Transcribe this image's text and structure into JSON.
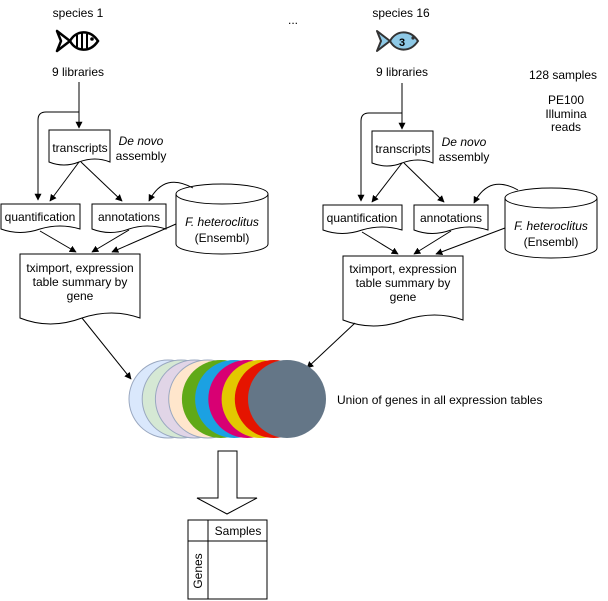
{
  "top": {
    "ellipsis": "...",
    "samples_note": "128 samples",
    "reads_note": [
      "PE100",
      "Illumina",
      "reads"
    ]
  },
  "branches": [
    {
      "species": "species 1",
      "libraries": "9 libraries",
      "fish_number": "",
      "transcripts": "transcripts",
      "assembly": [
        "De novo",
        "assembly"
      ],
      "quantification": "quantification",
      "annotations": "annotations",
      "database": [
        "F. heteroclitus",
        "(Ensembl)"
      ],
      "tximport": [
        "tximport, expression",
        "table summary by",
        "gene"
      ]
    },
    {
      "species": "species 16",
      "libraries": "9 libraries",
      "fish_number": "3",
      "transcripts": "transcripts",
      "assembly": [
        "De novo",
        "assembly"
      ],
      "quantification": "quantification",
      "annotations": "annotations",
      "database": [
        "F. heteroclitus",
        "(Ensembl)"
      ],
      "tximport": [
        "tximport, expression",
        "table summary by",
        "gene"
      ]
    }
  ],
  "union": {
    "label": "Union of genes in all expression tables",
    "colors": [
      "#dae8fc",
      "#d5e8d4",
      "#e1d5e7",
      "#ffe6cc",
      "#60a917",
      "#1ba1e2",
      "#d80073",
      "#e3c800",
      "#e51400",
      "#647687"
    ]
  },
  "table": {
    "col_header": "Samples",
    "row_header": "Genes"
  }
}
